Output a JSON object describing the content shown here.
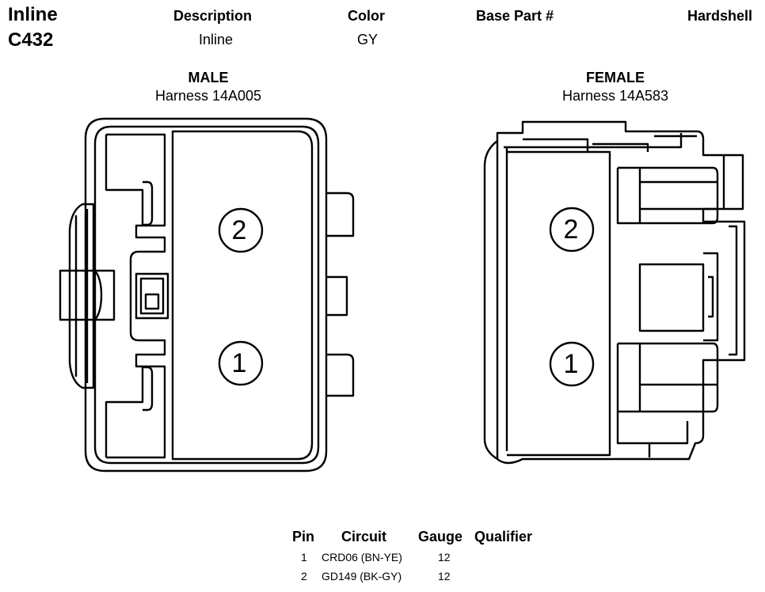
{
  "header": {
    "title_line1": "Inline",
    "title_line2": "C432",
    "columns": [
      {
        "label": "Description",
        "value": "Inline"
      },
      {
        "label": "Color",
        "value": "GY"
      },
      {
        "label": "Base Part #",
        "value": ""
      },
      {
        "label": "Hardshell",
        "value": ""
      }
    ]
  },
  "male": {
    "title": "MALE",
    "harness": "Harness 14A005",
    "pins": [
      "2",
      "1"
    ]
  },
  "female": {
    "title": "FEMALE",
    "harness": "Harness 14A583",
    "pins": [
      "2",
      "1"
    ]
  },
  "pin_table": {
    "headers": [
      "Pin",
      "Circuit",
      "Gauge",
      "Qualifier"
    ],
    "rows": [
      {
        "pin": "1",
        "circuit": "CRD06 (BN-YE)",
        "gauge": "12",
        "qualifier": ""
      },
      {
        "pin": "2",
        "circuit": "GD149 (BK-GY)",
        "gauge": "12",
        "qualifier": ""
      }
    ]
  }
}
